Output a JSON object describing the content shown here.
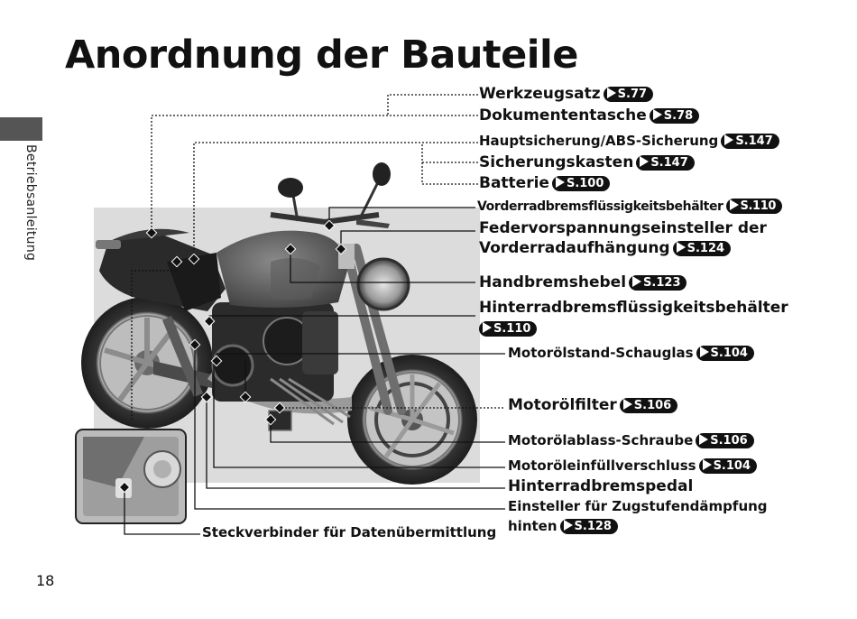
{
  "page": {
    "title": "Anordnung der Bauteile",
    "section": "Betriebsanleitung",
    "number": "18"
  },
  "labels": {
    "werkzeugsatz": {
      "text": "Werkzeugsatz",
      "ref": "S.77"
    },
    "dokumententasche": {
      "text": "Dokumententasche",
      "ref": "S.78"
    },
    "hauptsicherung": {
      "text": "Hauptsicherung/ABS-Sicherung",
      "ref": "S.147"
    },
    "sicherungskasten": {
      "text": "Sicherungskasten",
      "ref": "S.147"
    },
    "batterie": {
      "text": "Batterie",
      "ref": "S.100"
    },
    "vorderradbrems": {
      "text": "Vorderradbremsflüssigkeitsbehälter",
      "ref": "S.110"
    },
    "federvorspannung": {
      "line1": "Federvorspannungseinsteller der",
      "line2": "Vorderradaufhängung",
      "ref": "S.124"
    },
    "handbremshebel": {
      "text": "Handbremshebel",
      "ref": "S.123"
    },
    "hinterradbrems": {
      "line1": "Hinterradbremsflüssigkeitsbehälter",
      "ref": "S.110"
    },
    "motoroelstand": {
      "text": "Motorölstand-Schauglas",
      "ref": "S.104"
    },
    "motoroelfilter": {
      "text": "Motorölfilter",
      "ref": "S.106"
    },
    "motoroelablass": {
      "text": "Motorölablass-Schraube",
      "ref": "S.106"
    },
    "motoroeleinfuell": {
      "text": "Motoröleinfüllverschluss",
      "ref": "S.104"
    },
    "hinterradbremspedal": {
      "text": "Hinterradbremspedal"
    },
    "zugstufen": {
      "line1": "Einsteller für Zugstufendämpfung",
      "line2": "hinten",
      "ref": "S.128"
    },
    "steckverbinder": {
      "text": "Steckverbinder für Datenübermittlung"
    }
  }
}
